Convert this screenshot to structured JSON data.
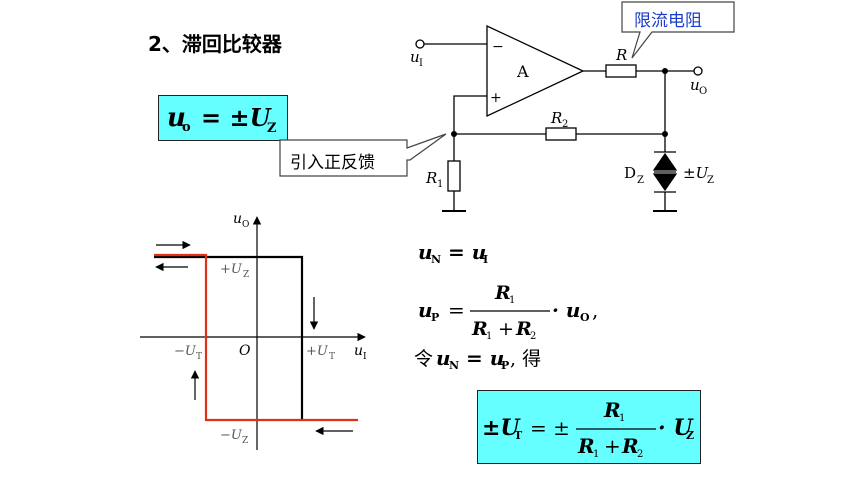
{
  "title": "2、滞回比较器",
  "labels": {
    "resistor_limit_callout": "限流电阻",
    "feedback_callout": "引入正反馈",
    "opamp": "A",
    "minus": "−",
    "plus": "+",
    "R": "R",
    "R2": "R",
    "R2_sub": "2",
    "R1": "R",
    "R1_sub": "1",
    "Dz": "D",
    "Dz_sub": "Z",
    "pmUz": "±U",
    "pmUz_sub": "Z",
    "uI": "u",
    "uI_sub": "I",
    "uO": "u",
    "uO_sub": "O"
  },
  "graph": {
    "y_axis": "u",
    "y_axis_sub": "O",
    "x_axis": "u",
    "x_axis_sub": "I",
    "origin": "O",
    "pos_uz": "+U",
    "pos_uz_sub": "Z",
    "neg_uz": "−U",
    "neg_uz_sub": "Z",
    "pos_ut": "+U",
    "pos_ut_sub": "T",
    "neg_ut": "−U",
    "neg_ut_sub": "T"
  },
  "equations": {
    "uo_box_lhs": "u",
    "uo_box_lhs_sub": "o",
    "uo_box_rhs": "= ±U",
    "uo_box_rhs_sub": "Z",
    "eq1_lhs": "u",
    "eq1_lhs_sub": "N",
    "eq1_rhs": "= u",
    "eq1_rhs_sub": "I",
    "eq2_lhs": "u",
    "eq2_lhs_sub": "P",
    "eq2_eq": "=",
    "eq2_num": "R",
    "eq2_num_sub": "1",
    "eq2_den_a": "R",
    "eq2_den_a_sub": "1",
    "eq2_den_plus": "+",
    "eq2_den_b": "R",
    "eq2_den_b_sub": "2",
    "eq2_tail": "· u",
    "eq2_tail_sub": "O",
    "eq2_comma": ",",
    "eq3_prefix": "令",
    "eq3_a": "u",
    "eq3_a_sub": "N",
    "eq3_eq": "= u",
    "eq3_b_sub": "P",
    "eq3_suffix": ", 得",
    "final_lhs": "±U",
    "final_lhs_sub": "T",
    "final_eq": "= ±",
    "final_num": "R",
    "final_num_sub": "1",
    "final_den_a": "R",
    "final_den_a_sub": "1",
    "final_den_plus": "+",
    "final_den_b": "R",
    "final_den_b_sub": "2",
    "final_tail": "· U",
    "final_tail_sub": "Z"
  },
  "colors": {
    "highlight_box": "#66ffff",
    "hysteresis_orange": "#e0301a",
    "callout_blue_text": "#1a3ccc"
  }
}
